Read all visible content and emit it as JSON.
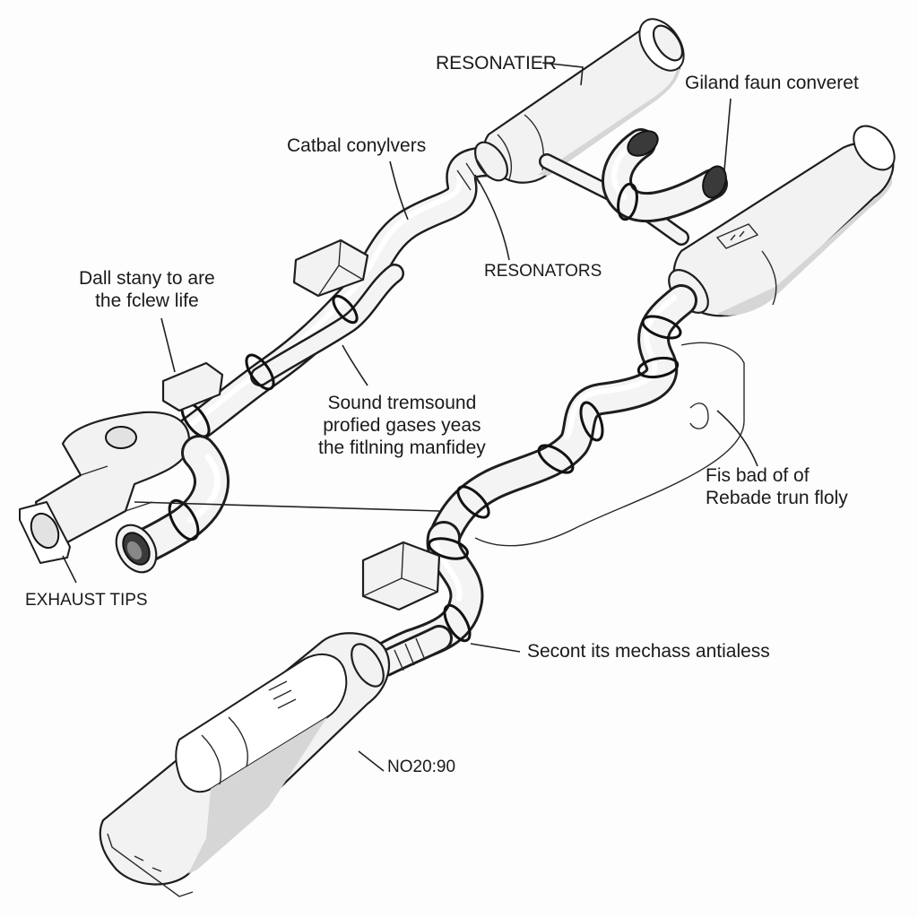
{
  "labels": {
    "resonatier": "RESONATIER",
    "gilland": "Giland faun converet",
    "catbal": "Catbal conylvers",
    "dall_line1": "Dall stany to are",
    "dall_line2": "the fclew life",
    "resonators": "RESONATORS",
    "sound_line1": "Sound tremsound",
    "sound_line2": "profied gases yeas",
    "sound_line3": "the fitlning manfidey",
    "fis_line1": "Fis bad of of",
    "fis_line2": "Rebade trun floly",
    "exhaust_tips": "EXHAUST TIPS",
    "secont": "Secont its mechass antialess",
    "no2090": "NO20:90"
  },
  "icons": [
    "resonator-drawing",
    "catalytic-converter-drawing",
    "muffler-drawing",
    "exhaust-tip-drawing",
    "manifold-flange-drawing",
    "pipe-clamp-drawing"
  ]
}
